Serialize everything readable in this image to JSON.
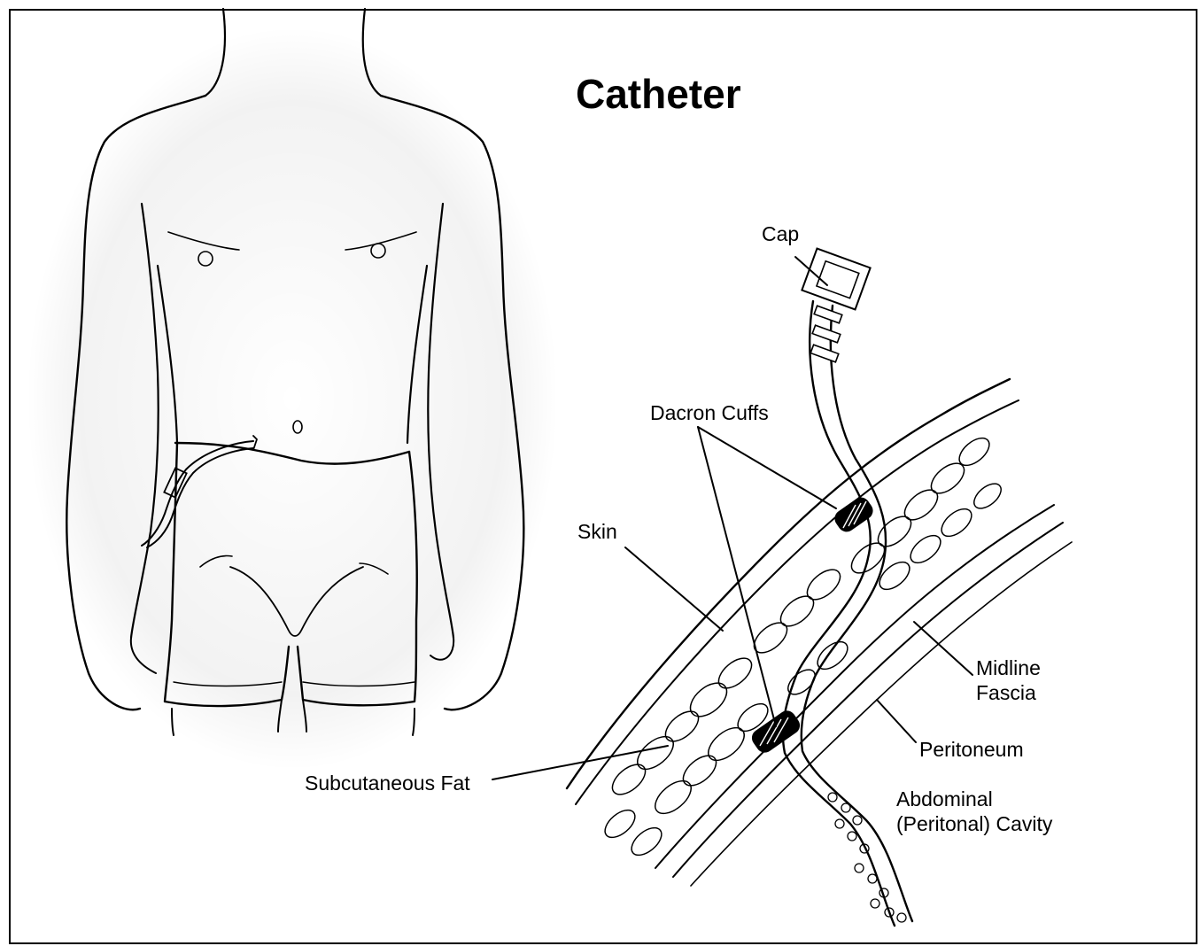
{
  "title": "Catheter",
  "labels": {
    "cap": "Cap",
    "dacron_cuffs": "Dacron Cuffs",
    "skin": "Skin",
    "midline_fascia_1": "Midline",
    "midline_fascia_2": "Fascia",
    "peritoneum": "Peritoneum",
    "subcutaneous_fat": "Subcutaneous Fat",
    "abdominal_cavity_1": "Abdominal",
    "abdominal_cavity_2": "(Peritonal) Cavity"
  }
}
